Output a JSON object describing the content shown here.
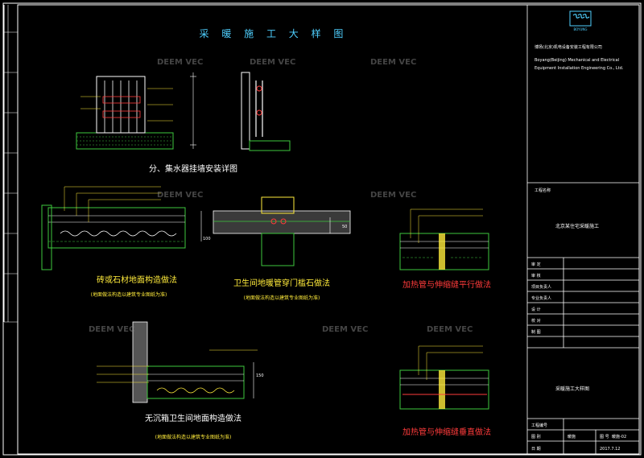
{
  "sheet_title": "采 暖 施 工 大 样 图",
  "company": {
    "logo_text": "SSS",
    "logo_sub": "BOYUNG",
    "name_cn": "博扬(北京)机电设备安装工程有限公司",
    "name_en_1": "Boyang(Beijing) Mechanical and Electrical",
    "name_en_2": "Equipment Installation Engineering Co., Ltd."
  },
  "project": {
    "label": "工程名称",
    "name": "北京某住宅采暖施工"
  },
  "title_block": {
    "rows": [
      "审 定",
      "审 核",
      "项目负责人",
      "专业负责人",
      "设 计",
      "校 对",
      "制 图"
    ],
    "drawing_title": "采暖施工大样图",
    "bottom_rows": [
      {
        "label": "工程编号",
        "value": ""
      },
      {
        "label": "图 别",
        "value": "暖施"
      },
      {
        "label": "图 号",
        "value": "暖施-02"
      },
      {
        "label": "日 期",
        "value": "2017.7.12"
      }
    ]
  },
  "details": {
    "manifold": "分、集水器挂墙安装详图",
    "stone_floor": "砖或石材地面构造做法",
    "stone_floor_note": "(地面做法构造以建筑专业图纸为准)",
    "bathroom_door": "卫生间地暖管穿门槛石做法",
    "bathroom_door_note": "(地面做法构造以建筑专业图纸为准)",
    "parallel_joint": "加热管与伸缩缝平行做法",
    "no_sink_bathroom": "无沉箱卫生间地面构造做法",
    "no_sink_bathroom_note": "(地面做法构造以建筑专业图纸为准)",
    "vertical_joint": "加热管与伸缩缝垂直做法"
  },
  "dimensions": {
    "d1": "50",
    "d2": "100",
    "d3": "150"
  },
  "watermark": "DEEM VEC"
}
